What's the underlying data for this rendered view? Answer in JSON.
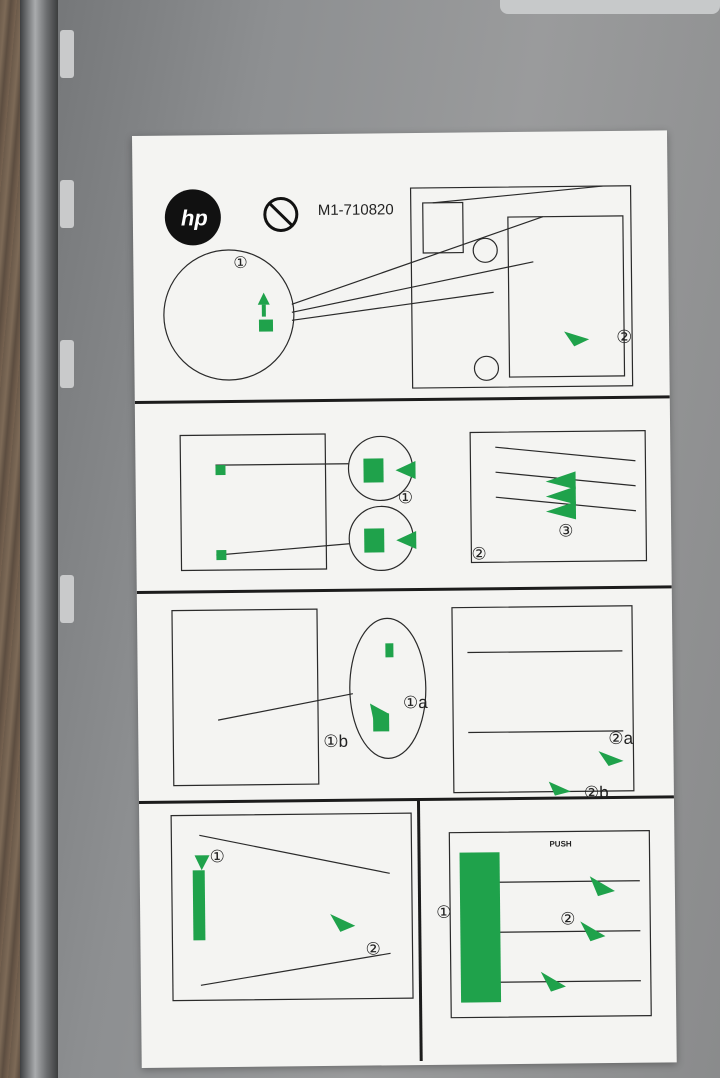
{
  "label": {
    "part_number": "M1-710820",
    "brand": "hp",
    "push_text": "PUSH"
  },
  "step_markers": {
    "p1_a": "①",
    "p1_b": "②",
    "p2_a": "①",
    "p2_b": "②",
    "p2_c": "③",
    "p3_a": "①a",
    "p3_b": "①b",
    "p3_c": "②a",
    "p3_d": "②b",
    "p4_a": "①",
    "p4_b": "②",
    "p5_a": "①",
    "p5_b": "②"
  },
  "colors": {
    "accent_green": "#1fa24b",
    "label_bg": "#f4f4f2",
    "line": "#2a2a2a"
  }
}
